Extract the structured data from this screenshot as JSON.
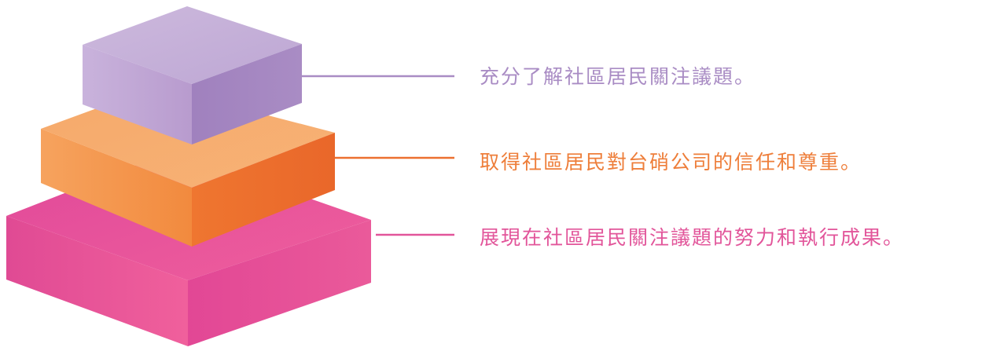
{
  "layers": [
    {
      "text": "充分了解社區居民關注議題。",
      "color": "#a98cc4"
    },
    {
      "text": "取得社區居民對台硝公司的信任和尊重。",
      "color": "#ee7e3a"
    },
    {
      "text": "展現在社區居民關注議題的努力和執行成果。",
      "color": "#e2559a"
    }
  ]
}
